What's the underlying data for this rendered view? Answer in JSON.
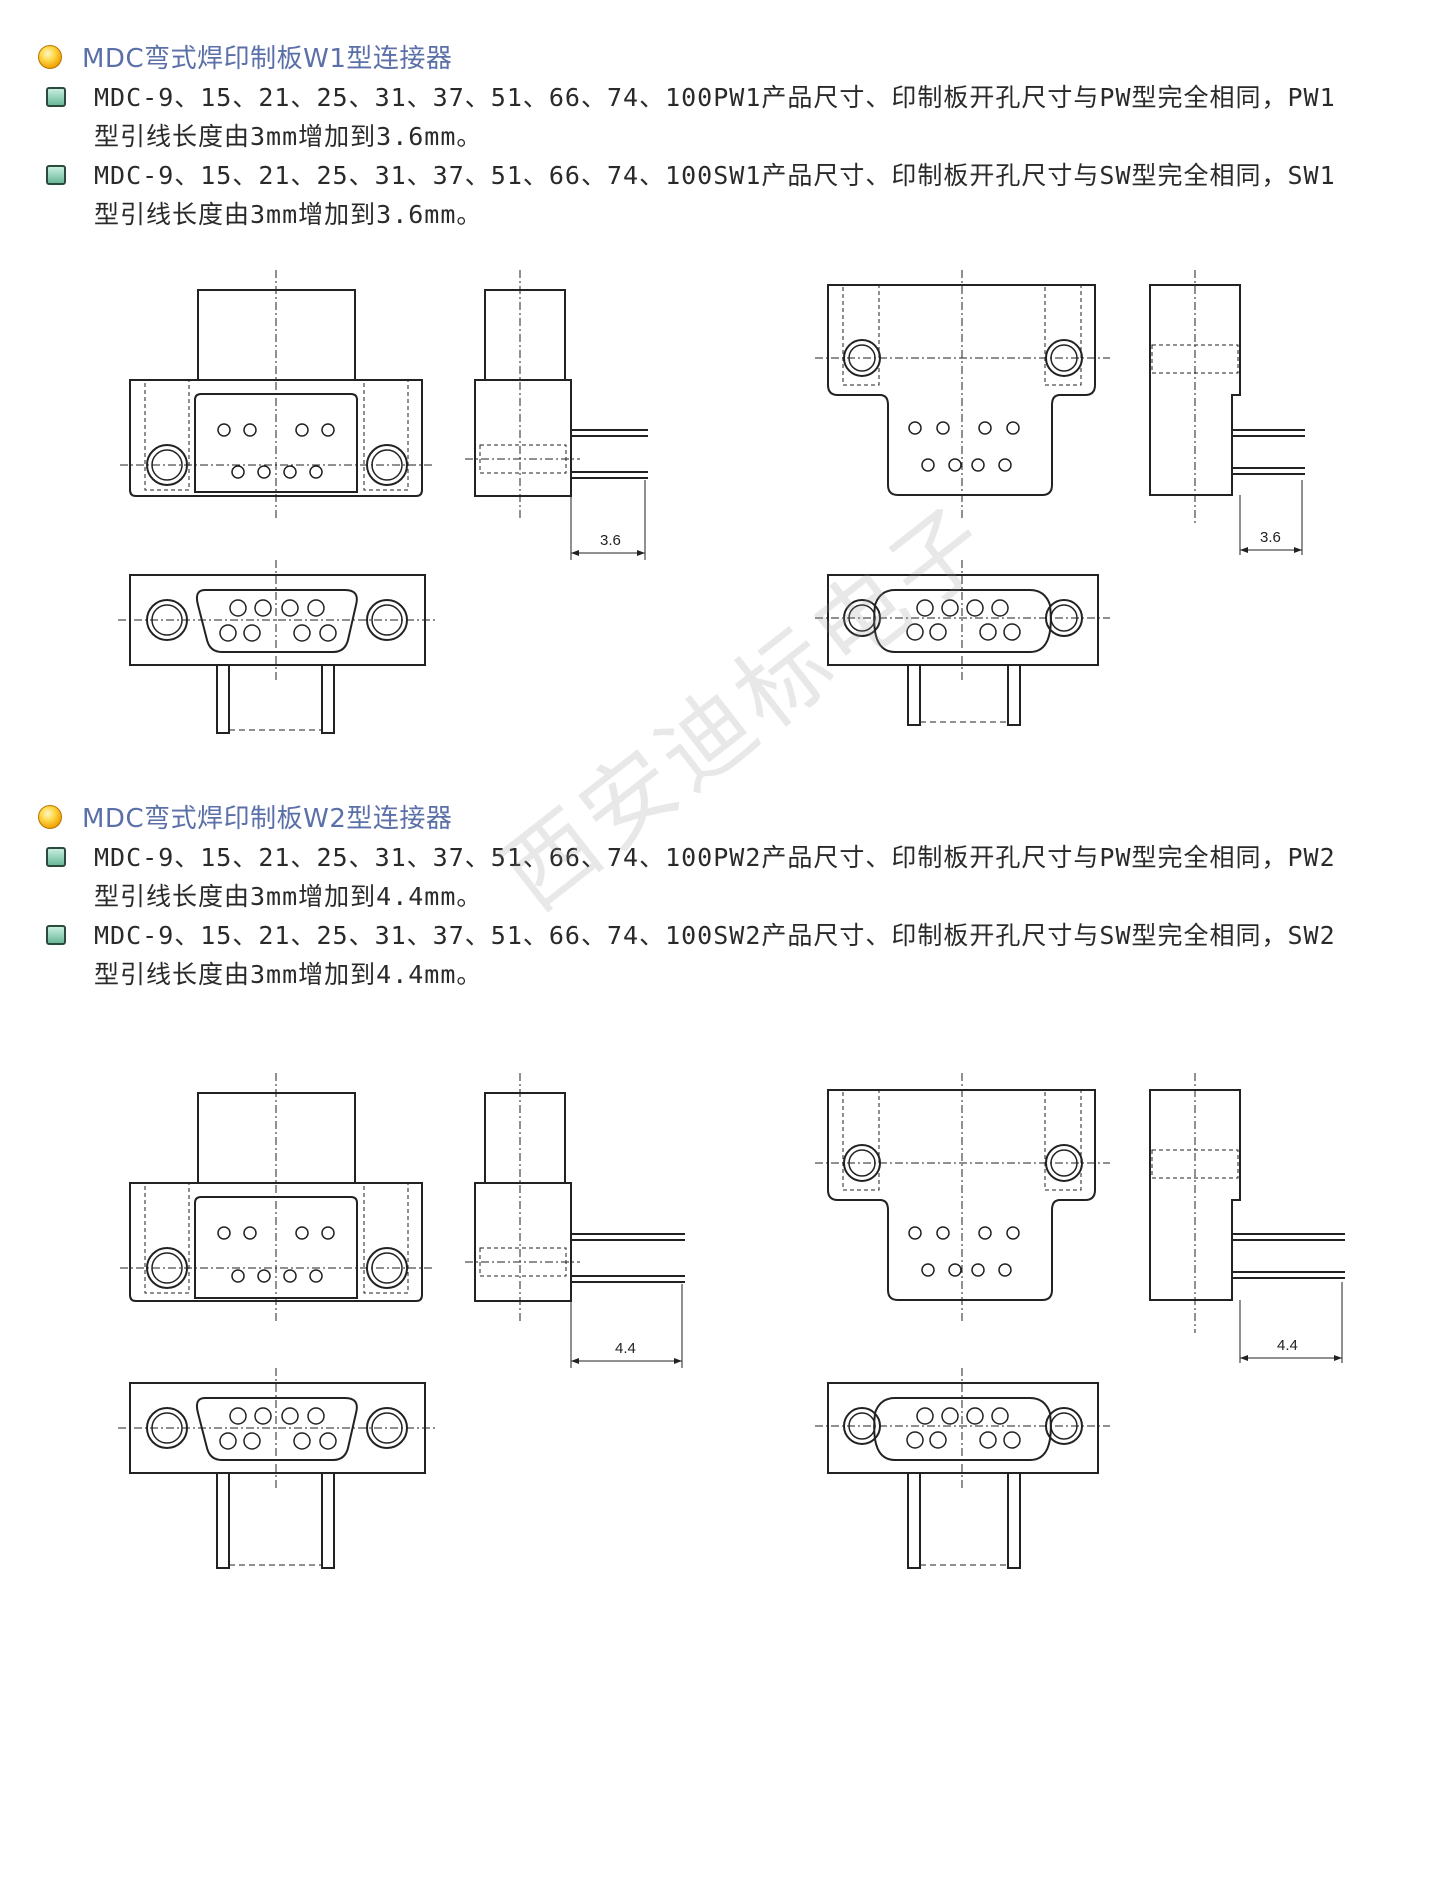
{
  "sections": [
    {
      "heading": "MDC弯式焊印制板W1型连接器",
      "paragraphs": [
        {
          "line1": "MDC-9、15、21、25、31、37、51、66、74、100PW1产品尺寸、印制板开孔尺寸与PW型完全相同，PW1",
          "line2": "型引线长度由3mm增加到3.6mm。"
        },
        {
          "line1": "MDC-9、15、21、25、31、37、51、66、74、100SW1产品尺寸、印制板开孔尺寸与SW型完全相同，SW1",
          "line2": "型引线长度由3mm增加到3.6mm。"
        }
      ],
      "dim_left": "3.6",
      "dim_right": "3.6"
    },
    {
      "heading": "MDC弯式焊印制板W2型连接器",
      "paragraphs": [
        {
          "line1": "MDC-9、15、21、25、31、37、51、66、74、100PW2产品尺寸、印制板开孔尺寸与PW型完全相同，PW2",
          "line2": "型引线长度由3mm增加到4.4mm。"
        },
        {
          "line1": "MDC-9、15、21、25、31、37、51、66、74、100SW2产品尺寸、印制板开孔尺寸与SW型完全相同，SW2",
          "line2": "型引线长度由3mm增加到4.4mm。"
        }
      ],
      "dim_left": "4.4",
      "dim_right": "4.4"
    }
  ],
  "watermark": "西安迪标电子",
  "colors": {
    "heading": "#5b6fa8",
    "line": "#222222",
    "orb": "#f0a000",
    "bullet": "#6bb89a"
  }
}
